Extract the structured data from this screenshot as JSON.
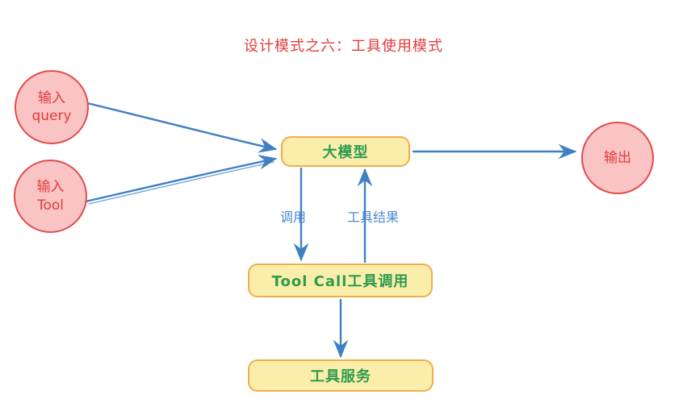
{
  "title": "设计模式之六：工具使用模式",
  "colors": {
    "title": "#e23b3b",
    "circle_fill": "#fac4c4",
    "circle_border": "#e24b4b",
    "circle_text": "#e23b3b",
    "box_fill": "#fbeeab",
    "box_border": "#f0ae4a",
    "box_text": "#2e9b4e",
    "arrow": "#3f7fc4",
    "edge_label": "#4a88d0",
    "background": "#ffffff"
  },
  "nodes": {
    "input_query": {
      "line1": "输入",
      "line2": "query"
    },
    "input_tool": {
      "line1": "输入",
      "line2": "Tool"
    },
    "llm": {
      "label": "大模型"
    },
    "output": {
      "label": "输出"
    },
    "tool_call": {
      "label": "Tool Call工具调用"
    },
    "tool_service": {
      "label": "工具服务"
    }
  },
  "edges": [
    {
      "name": "query-to-llm",
      "from": "输入 query",
      "to": "大模型",
      "label": ""
    },
    {
      "name": "tool-to-llm",
      "from": "输入 Tool",
      "to": "大模型",
      "label": ""
    },
    {
      "name": "llm-to-output",
      "from": "大模型",
      "to": "输出",
      "label": ""
    },
    {
      "name": "llm-to-toolcall",
      "from": "大模型",
      "to": "Tool Call工具调用",
      "label": "调用"
    },
    {
      "name": "toolcall-to-llm",
      "from": "Tool Call工具调用",
      "to": "大模型",
      "label": "工具结果"
    },
    {
      "name": "toolcall-to-service",
      "from": "Tool Call工具调用",
      "to": "工具服务",
      "label": ""
    }
  ],
  "edge_labels": {
    "invoke": "调用",
    "tool_result": "工具结果"
  }
}
